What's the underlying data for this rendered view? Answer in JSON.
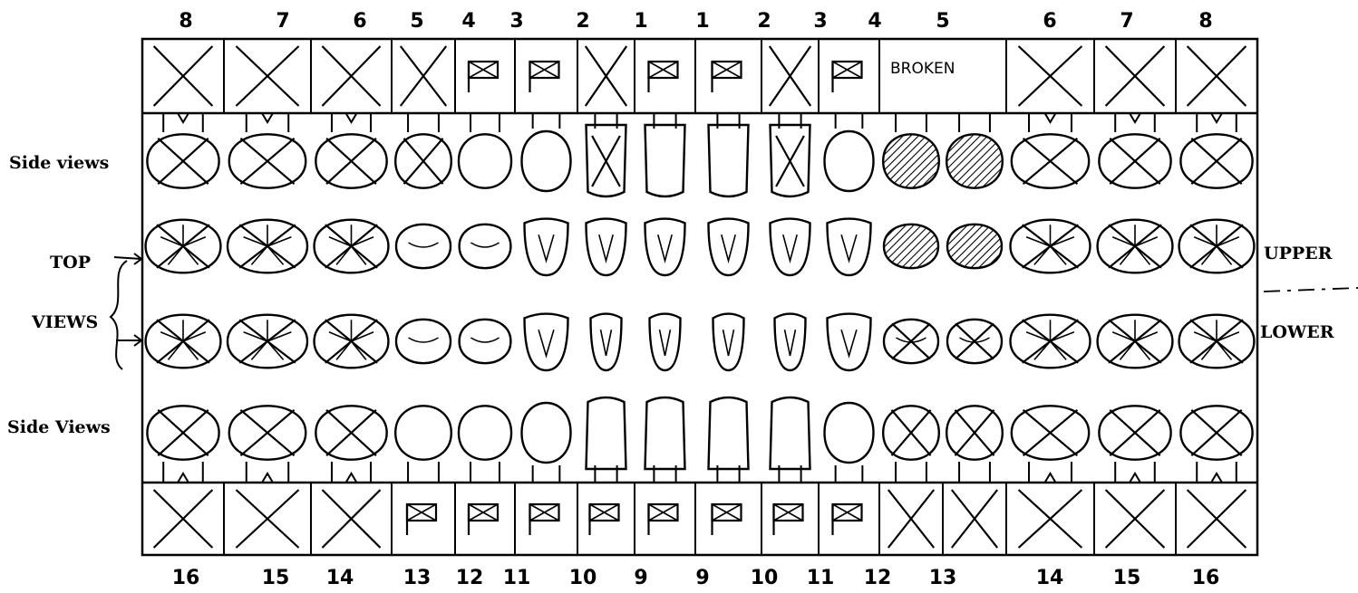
{
  "top_numbers": [
    "8",
    "7",
    "6",
    "5",
    "4",
    "3",
    "2",
    "1",
    "1",
    "2",
    "3",
    "4",
    "5",
    "6",
    "7",
    "8"
  ],
  "bottom_numbers": [
    "16",
    "15",
    "14",
    "13",
    "12",
    "11",
    "10",
    "9",
    "9",
    "10",
    "11",
    "12",
    "13",
    "14",
    "15",
    "16"
  ],
  "labels": {
    "side_views_upper": "Side views",
    "top": "TOP",
    "views": "VIEWS",
    "side_views_lower": "Side Views",
    "upper": "UPPER",
    "lower": "LOWER"
  },
  "upper_boxes": [
    "X",
    "X",
    "X",
    "X",
    "flag",
    "flag",
    "X",
    "flag",
    "flag",
    "X",
    "flag",
    "BROKEN",
    "BROKEN",
    "X",
    "X",
    "X"
  ],
  "upper_broken_text": "BROKEN",
  "lower_boxes": [
    "X",
    "X",
    "X",
    "flag",
    "flag",
    "flag",
    "flag",
    "flag",
    "flag",
    "flag",
    "flag",
    "X",
    "X",
    "X",
    "X",
    "X"
  ],
  "upper_side_marks": [
    "X",
    "X",
    "X",
    "X",
    "",
    "",
    "X",
    "",
    "",
    "X",
    "",
    "hatched",
    "hatched",
    "X",
    "X",
    "X"
  ],
  "upper_top_marks": [
    "X",
    "X",
    "X",
    "",
    "",
    "",
    "",
    "",
    "",
    "",
    "",
    "hatched",
    "hatched",
    "X",
    "X",
    "X"
  ],
  "lower_top_marks": [
    "X",
    "X",
    "X",
    "",
    "",
    "",
    "",
    "",
    "",
    "",
    "",
    "X",
    "X",
    "X",
    "X",
    "X"
  ],
  "lower_side_marks": [
    "X",
    "X",
    "X",
    "",
    "",
    "",
    "",
    "",
    "",
    "",
    "",
    "X",
    "X",
    "X",
    "X",
    "X"
  ],
  "tooth_types": [
    "molar",
    "molar",
    "molar",
    "premolar",
    "premolar",
    "canine",
    "incisor",
    "incisor",
    "incisor",
    "incisor",
    "canine",
    "premolar",
    "premolar",
    "molar",
    "molar",
    "molar"
  ]
}
